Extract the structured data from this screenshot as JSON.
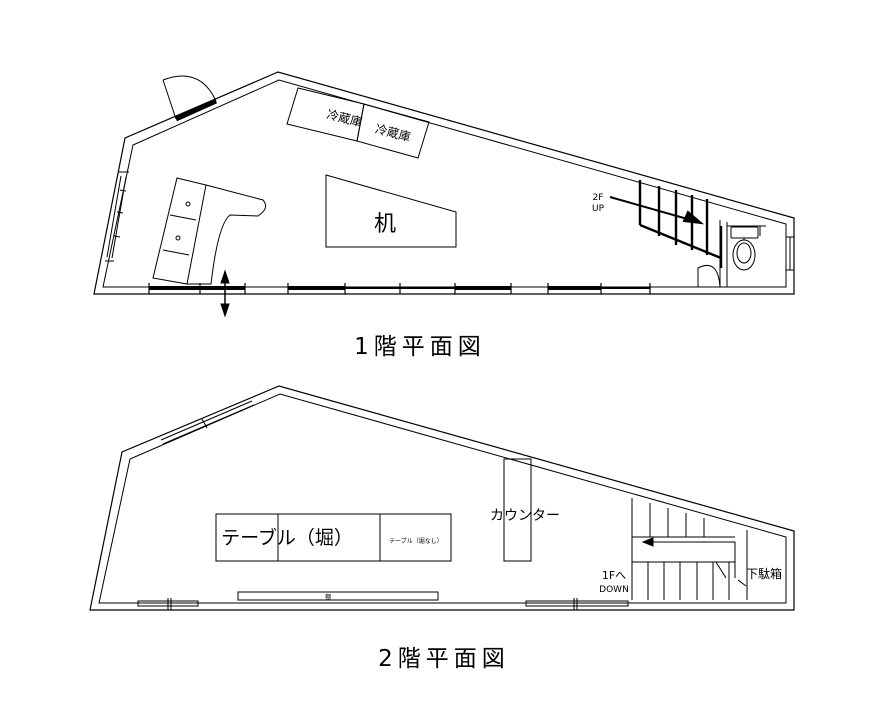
{
  "floor1": {
    "title": "1階平面図",
    "fridge_1": "冷蔵庫",
    "fridge_2": "冷蔵庫",
    "desk": "机",
    "stairs_up_line1": "2F",
    "stairs_up_line2": "UP"
  },
  "floor2": {
    "title": "2階平面図",
    "table_sunken": "テーブル（堀）",
    "table_plain": "テーブル（堀なし）",
    "counter": "カウンター",
    "bench_label": "棚",
    "stairs_down_line1": "1Fへ",
    "stairs_down_line2": "DOWN",
    "shoe_box": "下駄箱"
  },
  "colors": {
    "line": "#000000",
    "background": "#ffffff"
  }
}
